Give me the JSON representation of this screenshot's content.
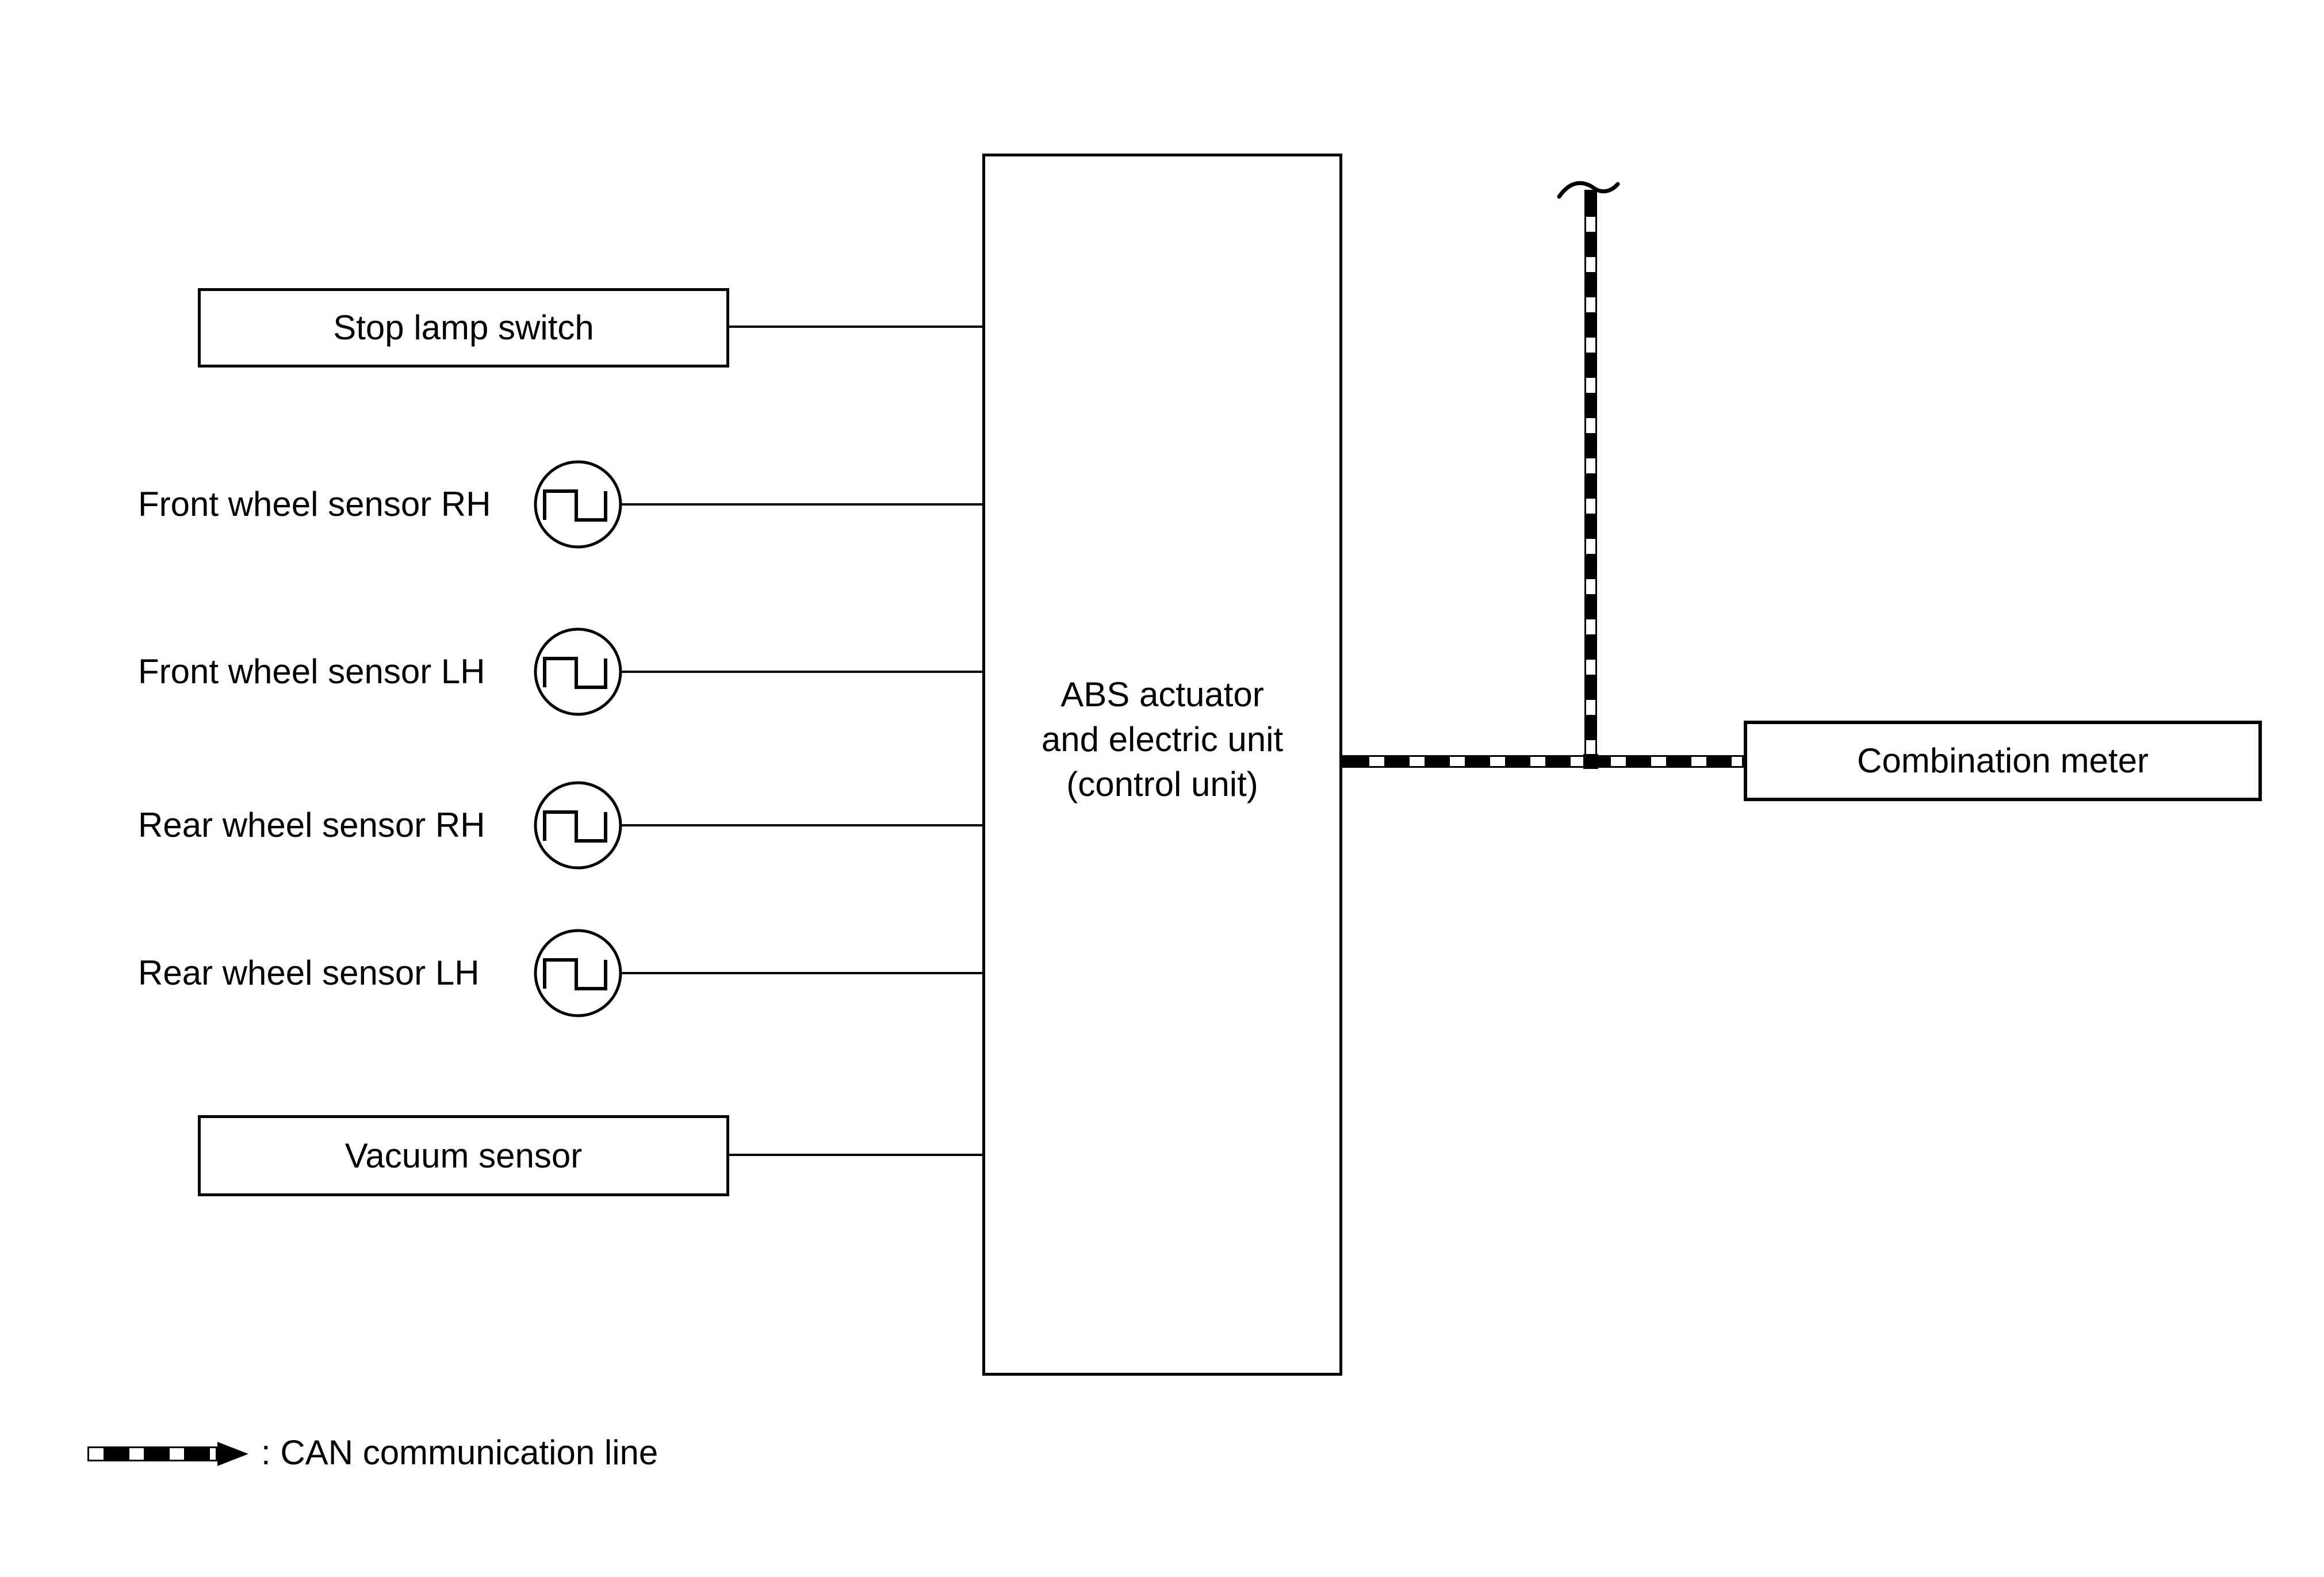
{
  "diagram": {
    "colors": {
      "line": "#000000",
      "background": "#ffffff"
    },
    "nodes": {
      "stop_lamp_switch": "Stop lamp switch",
      "vacuum_sensor": "Vacuum sensor",
      "combination_meter": "Combination meter",
      "abs_unit_lines": [
        "ABS actuator",
        "and electric unit",
        "(control unit)"
      ]
    },
    "sensors": [
      {
        "label": "Front wheel sensor RH"
      },
      {
        "label": "Front wheel sensor LH"
      },
      {
        "label": "Rear wheel sensor RH"
      },
      {
        "label": "Rear wheel sensor LH"
      }
    ],
    "legend": {
      "label": ": CAN communication line"
    }
  }
}
